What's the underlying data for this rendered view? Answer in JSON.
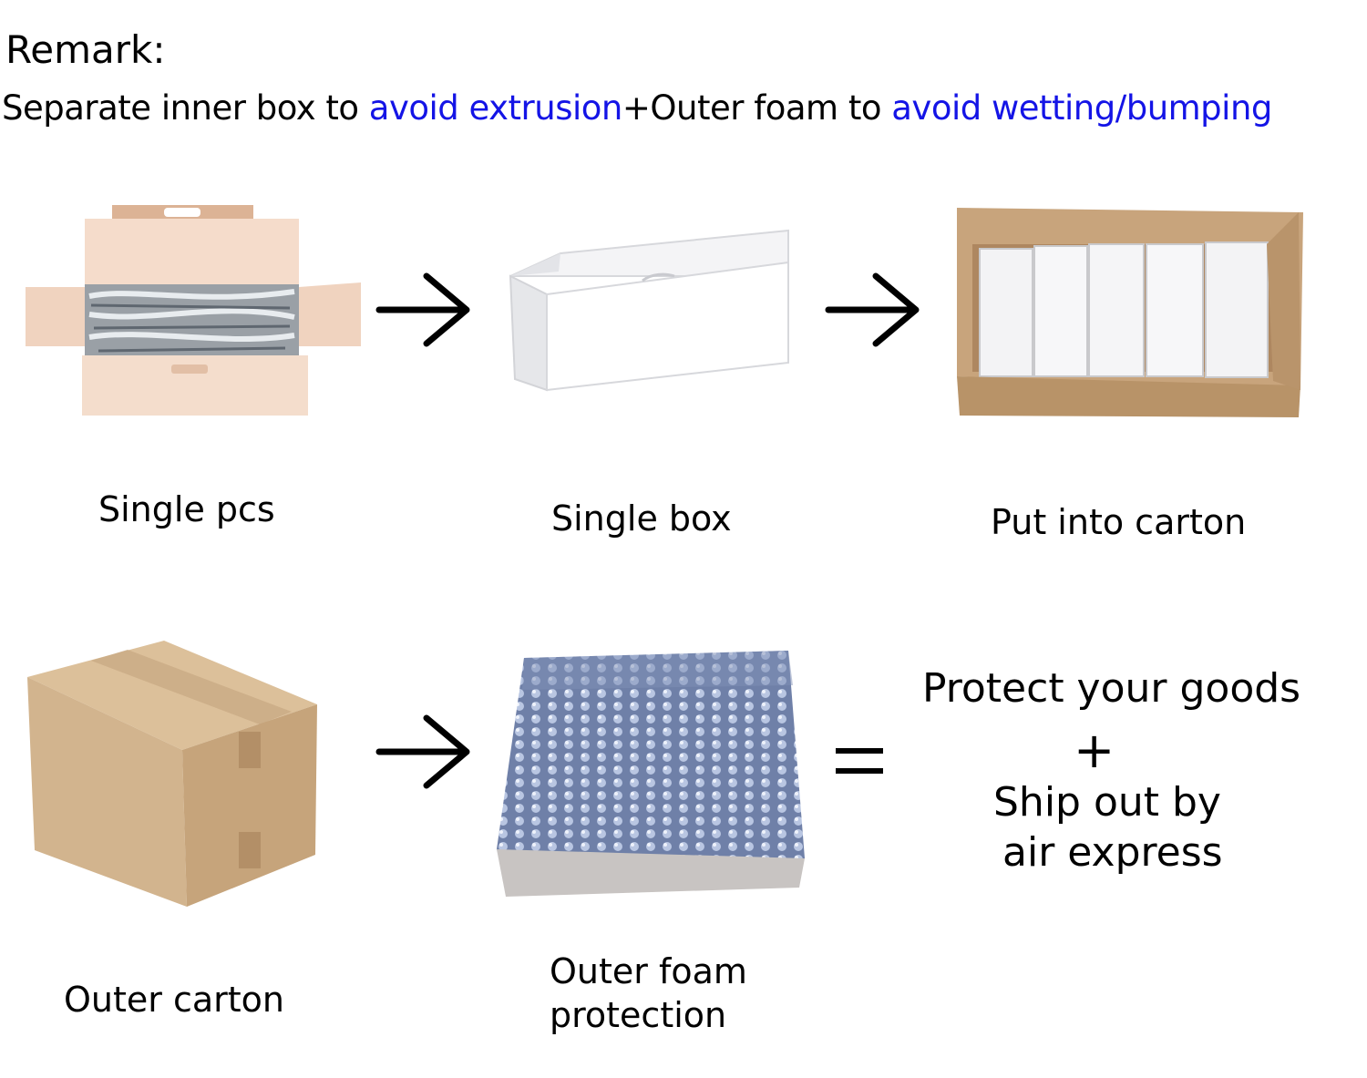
{
  "remark": {
    "title": "Remark:",
    "line_part1": "Separate inner box to ",
    "highlight1": "avoid extrusion",
    "plus": "+",
    "line_part2": "Outer foam to ",
    "highlight2": "avoid wetting/bumping"
  },
  "steps": {
    "single_pcs": "Single pcs",
    "single_box": "Single box",
    "put_into_carton": "Put into carton",
    "outer_carton": "Outer carton",
    "outer_foam_line1": "Outer foam",
    "outer_foam_line2": "protection"
  },
  "result": {
    "line1": "Protect your goods",
    "plus": "+",
    "line2": "Ship out by",
    "line3": "air express"
  },
  "symbols": {
    "equals": "="
  },
  "colors": {
    "highlight": "#1414e6",
    "cardboard": "#c9a57a",
    "inner_box": "#f2d7c2"
  }
}
